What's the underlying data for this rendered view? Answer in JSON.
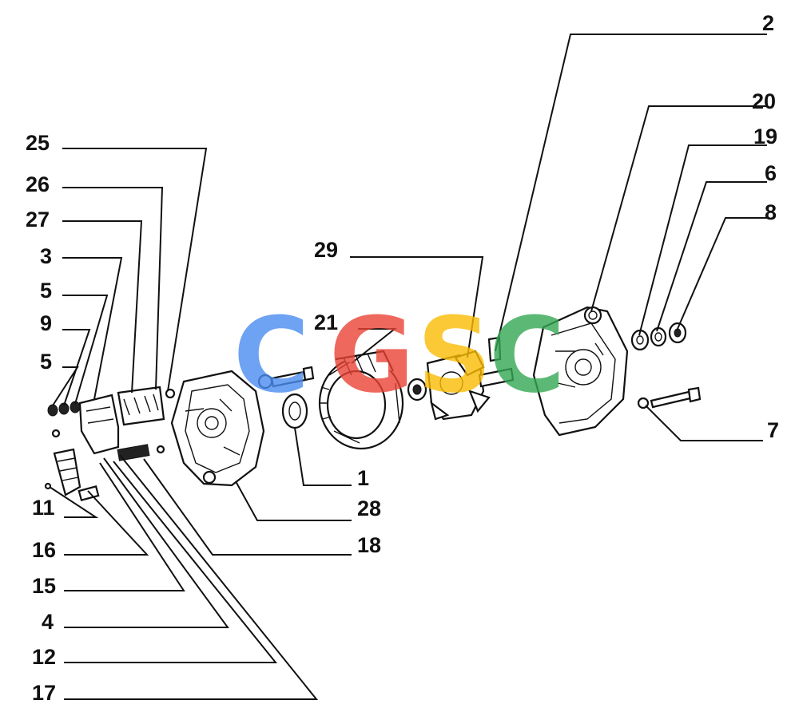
{
  "callouts": [
    {
      "id": "c2",
      "text": "2"
    },
    {
      "id": "c20",
      "text": "20"
    },
    {
      "id": "c19",
      "text": "19"
    },
    {
      "id": "c6",
      "text": "6"
    },
    {
      "id": "c8",
      "text": "8"
    },
    {
      "id": "c25",
      "text": "25"
    },
    {
      "id": "c26",
      "text": "26"
    },
    {
      "id": "c27",
      "text": "27"
    },
    {
      "id": "c3",
      "text": "3"
    },
    {
      "id": "c5a",
      "text": "5"
    },
    {
      "id": "c9",
      "text": "9"
    },
    {
      "id": "c5b",
      "text": "5"
    },
    {
      "id": "c29",
      "text": "29"
    },
    {
      "id": "c21",
      "text": "21"
    },
    {
      "id": "c7",
      "text": "7"
    },
    {
      "id": "c1",
      "text": "1"
    },
    {
      "id": "c28",
      "text": "28"
    },
    {
      "id": "c18",
      "text": "18"
    },
    {
      "id": "c11",
      "text": "11"
    },
    {
      "id": "c16",
      "text": "16"
    },
    {
      "id": "c15",
      "text": "15"
    },
    {
      "id": "c4",
      "text": "4"
    },
    {
      "id": "c12",
      "text": "12"
    },
    {
      "id": "c17",
      "text": "17"
    }
  ],
  "watermark": {
    "letters": [
      "C",
      "G",
      "S",
      "C"
    ],
    "colors": [
      "#4a8cf0",
      "#ea4335",
      "#fbbc05",
      "#34a853"
    ]
  }
}
